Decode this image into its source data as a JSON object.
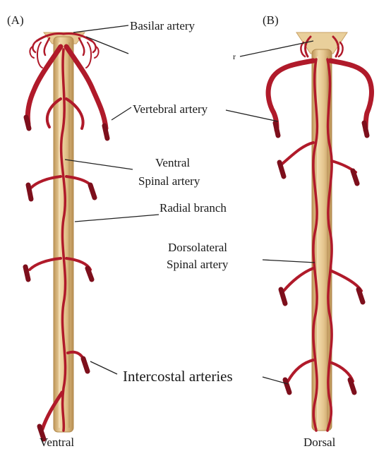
{
  "panels": {
    "a_tag": "(A)",
    "b_tag": "(B)",
    "a_caption": "Ventral",
    "b_caption": "Dorsal"
  },
  "labels": {
    "basilar": "Basilar artery",
    "vertebral": "Vertebral artery",
    "ventral_spinal_line1": "Ventral",
    "ventral_spinal_line2": "Spinal artery",
    "radial": "Radial branch",
    "dorsolateral_line1": "Dorsolateral",
    "dorsolateral_line2": "Spinal artery",
    "intercostal": "Intercostal arteries",
    "stray_mark": "r"
  },
  "colors": {
    "artery": "#b01a2a",
    "artery_dark": "#7d0f1c",
    "cord": "#e0c088",
    "cord_shade": "#c9a266",
    "cord_highlight": "#f3dcae",
    "cord_dark": "#6e5a2e"
  }
}
